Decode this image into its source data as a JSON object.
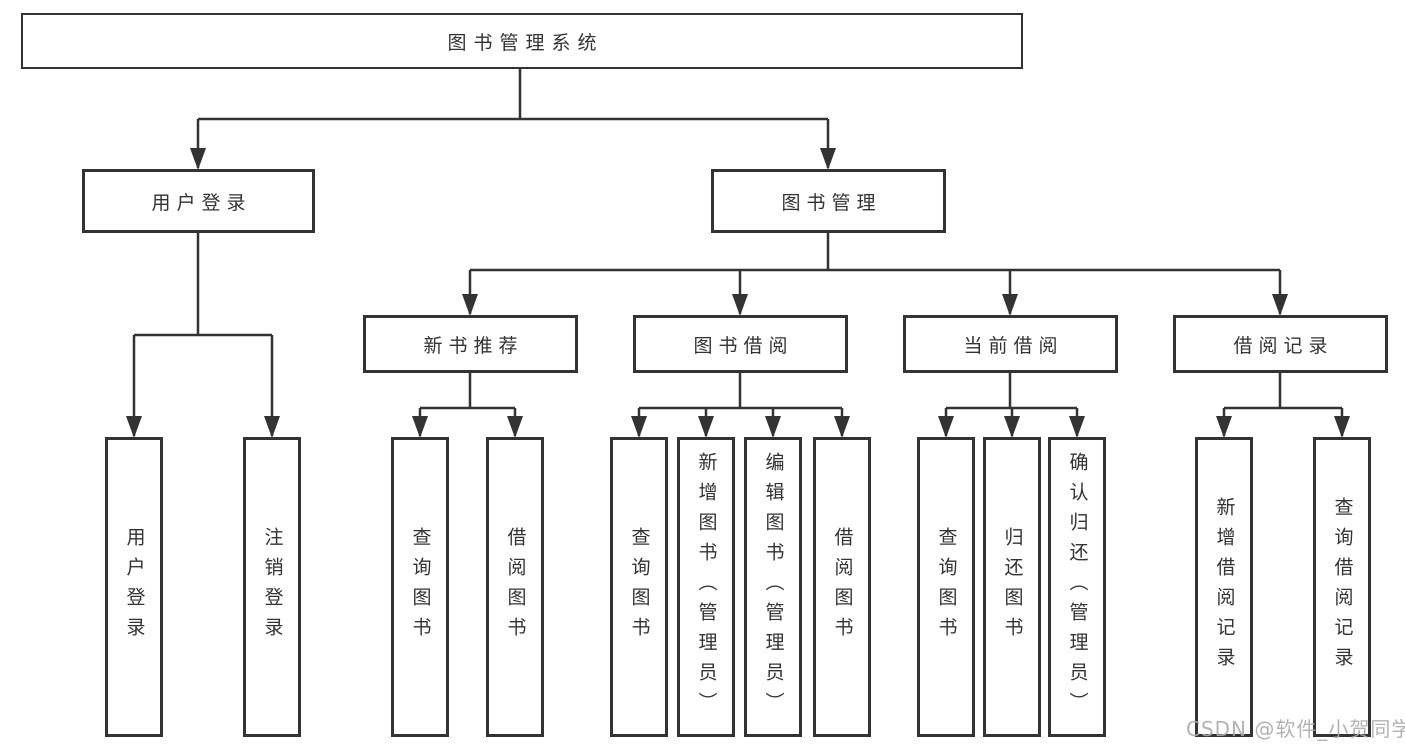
{
  "diagram": {
    "title": "图书管理系统",
    "colors": {
      "line": "#333333",
      "text": "#333333",
      "box_background": "#ffffff",
      "watermark": "#ababab",
      "page_background": "#ffffff"
    },
    "nodes": {
      "root": {
        "id": "library-management-system",
        "label": "图书管理系统"
      },
      "level2": [
        {
          "id": "user-login",
          "label": "用户登录",
          "parent": "library-management-system"
        },
        {
          "id": "book-management",
          "label": "图书管理",
          "parent": "library-management-system"
        }
      ],
      "level3": [
        {
          "id": "new-book-recommend",
          "label": "新书推荐",
          "parent": "book-management"
        },
        {
          "id": "book-borrowing",
          "label": "图书借阅",
          "parent": "book-management"
        },
        {
          "id": "current-borrowing",
          "label": "当前借阅",
          "parent": "book-management"
        },
        {
          "id": "borrowing-records",
          "label": "借阅记录",
          "parent": "book-management"
        }
      ],
      "leaves": [
        {
          "id": "leaf-user-login",
          "label": "用户登录",
          "parent": "user-login"
        },
        {
          "id": "leaf-logout",
          "label": "注销登录",
          "parent": "user-login"
        },
        {
          "id": "leaf-query-books-1",
          "label": "查询图书",
          "parent": "new-book-recommend"
        },
        {
          "id": "leaf-borrow-books-1",
          "label": "借阅图书",
          "parent": "new-book-recommend"
        },
        {
          "id": "leaf-query-books-2",
          "label": "查询图书",
          "parent": "book-borrowing"
        },
        {
          "id": "leaf-add-book-admin",
          "label": "新增图书（管理员）",
          "parent": "book-borrowing"
        },
        {
          "id": "leaf-edit-book-admin",
          "label": "编辑图书（管理员）",
          "parent": "book-borrowing"
        },
        {
          "id": "leaf-borrow-books-2",
          "label": "借阅图书",
          "parent": "book-borrowing"
        },
        {
          "id": "leaf-query-books-3",
          "label": "查询图书",
          "parent": "current-borrowing"
        },
        {
          "id": "leaf-return-books",
          "label": "归还图书",
          "parent": "current-borrowing"
        },
        {
          "id": "leaf-confirm-return-admin",
          "label": "确认归还（管理员）",
          "parent": "current-borrowing"
        },
        {
          "id": "leaf-add-borrow-record",
          "label": "新增借阅记录",
          "parent": "borrowing-records"
        },
        {
          "id": "leaf-query-borrow-record",
          "label": "查询借阅记录",
          "parent": "borrowing-records"
        }
      ]
    },
    "watermark": {
      "text": "CSDN @软件_小贺同学"
    }
  }
}
